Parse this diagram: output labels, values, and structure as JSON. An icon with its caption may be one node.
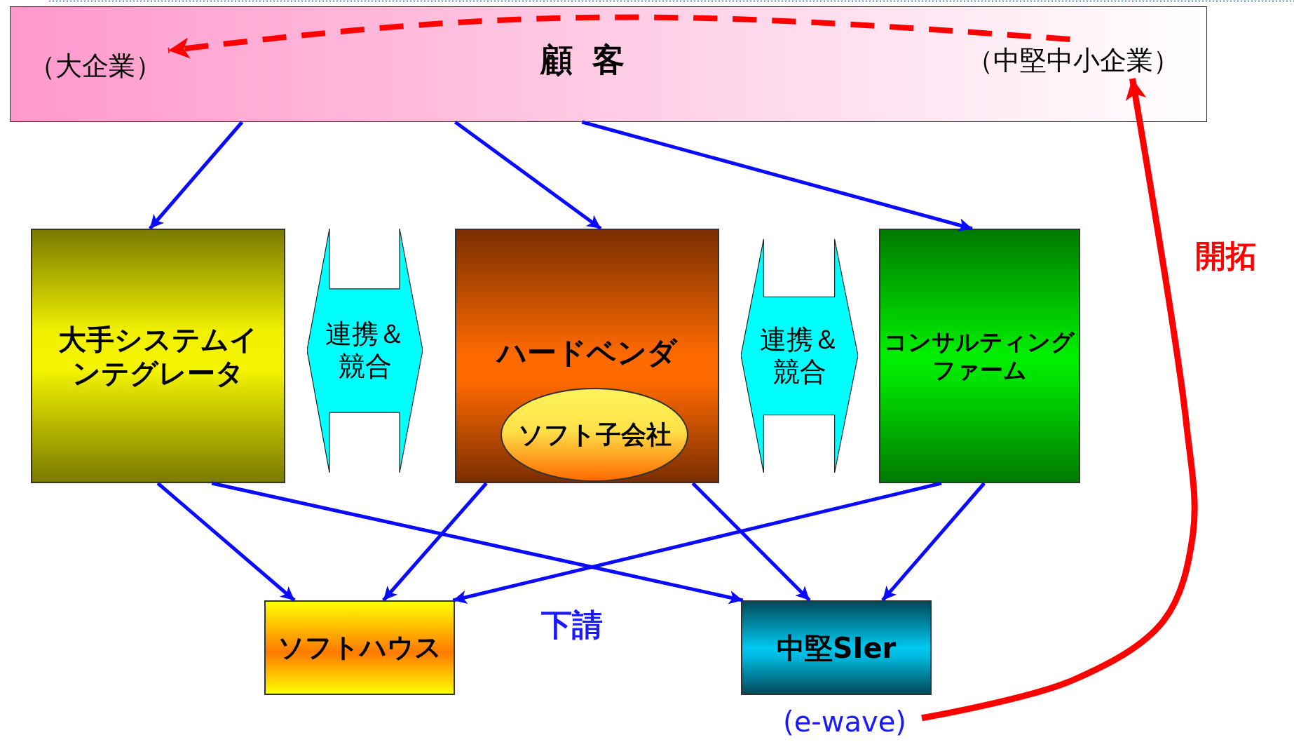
{
  "diagram": {
    "nodes": [
      {
        "text": [
          "顧客"
        ]
      },
      {
        "text": [
          "（大企業）"
        ],
        "in": 0
      },
      {
        "text": [
          "（中堅中小企業）"
        ],
        "in": 0
      },
      {
        "text": [
          "大手システムインテグレータ"
        ]
      },
      {
        "text": [
          "連携＆競合"
        ]
      },
      {
        "text": [
          "ハードベンダ"
        ]
      },
      {
        "text": [
          "ソフト子会社"
        ],
        "in": 5
      },
      {
        "text": [
          "連携＆競合"
        ]
      },
      {
        "text": [
          "コンサルティングファーム"
        ]
      },
      {
        "text": [
          "ソフトハウス"
        ]
      },
      {
        "text": [
          "中堅SIer"
        ]
      },
      {
        "text": [
          "(e-wave)"
        ]
      }
    ],
    "edges": [
      {
        "from": 0,
        "to": 3,
        "arrow": "to"
      },
      {
        "from": 0,
        "to": 5,
        "arrow": "to"
      },
      {
        "from": 0,
        "to": 8,
        "arrow": "to"
      },
      {
        "from": 3,
        "to": 9,
        "arrow": "to"
      },
      {
        "from": 3,
        "to": 10,
        "arrow": "to"
      },
      {
        "from": 5,
        "to": 9,
        "arrow": "to"
      },
      {
        "from": 5,
        "to": 10,
        "arrow": "to"
      },
      {
        "from": 8,
        "to": 9,
        "arrow": "to"
      },
      {
        "from": 8,
        "to": 10,
        "arrow": "to"
      },
      {
        "from": 2,
        "to": 1,
        "arrow": "to",
        "style": "dashed",
        "color": "#ff0000"
      },
      {
        "from": 11,
        "to": 2,
        "arrow": "to",
        "style": "thick",
        "color": "#ff0000",
        "label": "開拓"
      }
    ],
    "labels": [
      "下請"
    ]
  }
}
